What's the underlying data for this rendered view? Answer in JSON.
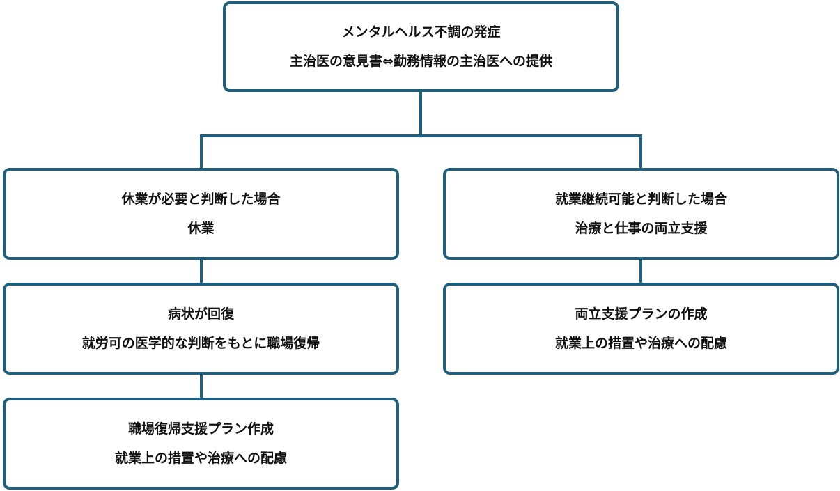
{
  "colors": {
    "border": "#1f5f7e",
    "connector": "#1f5f7e",
    "text": "#111111",
    "background": "#ffffff"
  },
  "nodes": {
    "root": {
      "line1": "メンタルヘルス不調の発症",
      "line2": "主治医の意見書⇔勤務情報の主治医への提供"
    },
    "left1": {
      "line1": "休業が必要と判断した場合",
      "line2": "休業"
    },
    "left2": {
      "line1": "病状が回復",
      "line2": "就労可の医学的な判断をもとに職場復帰"
    },
    "left3": {
      "line1": "職場復帰支援プラン作成",
      "line2": "就業上の措置や治療への配慮"
    },
    "right1": {
      "line1": "就業継続可能と判断した場合",
      "line2": "治療と仕事の両立支援"
    },
    "right2": {
      "line1": "両立支援プランの作成",
      "line2": "就業上の措置や治療への配慮"
    }
  }
}
